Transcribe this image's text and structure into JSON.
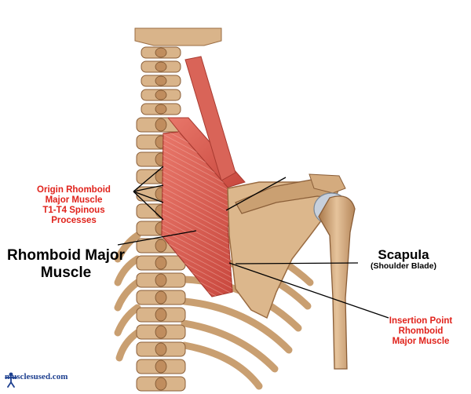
{
  "labels": {
    "origin": [
      "Origin Rhomboid",
      "Major Muscle",
      "T1-T4 Spinous",
      "Processes"
    ],
    "muscle": [
      "Rhomboid Major",
      "Muscle"
    ],
    "scapula_title": "Scapula",
    "scapula_sub": "(Shoulder Blade)",
    "insertion": [
      "Insertion Point",
      "Rhomboid",
      "Major Muscle"
    ]
  },
  "logo": {
    "text": "musclesused.com",
    "icon": "human-figure-icon"
  },
  "colors": {
    "label_red": "#e0231c",
    "label_black": "#000000",
    "bone": "#d9b48a",
    "muscle": "#d95a4e",
    "logo_blue": "#1d3f8f"
  }
}
